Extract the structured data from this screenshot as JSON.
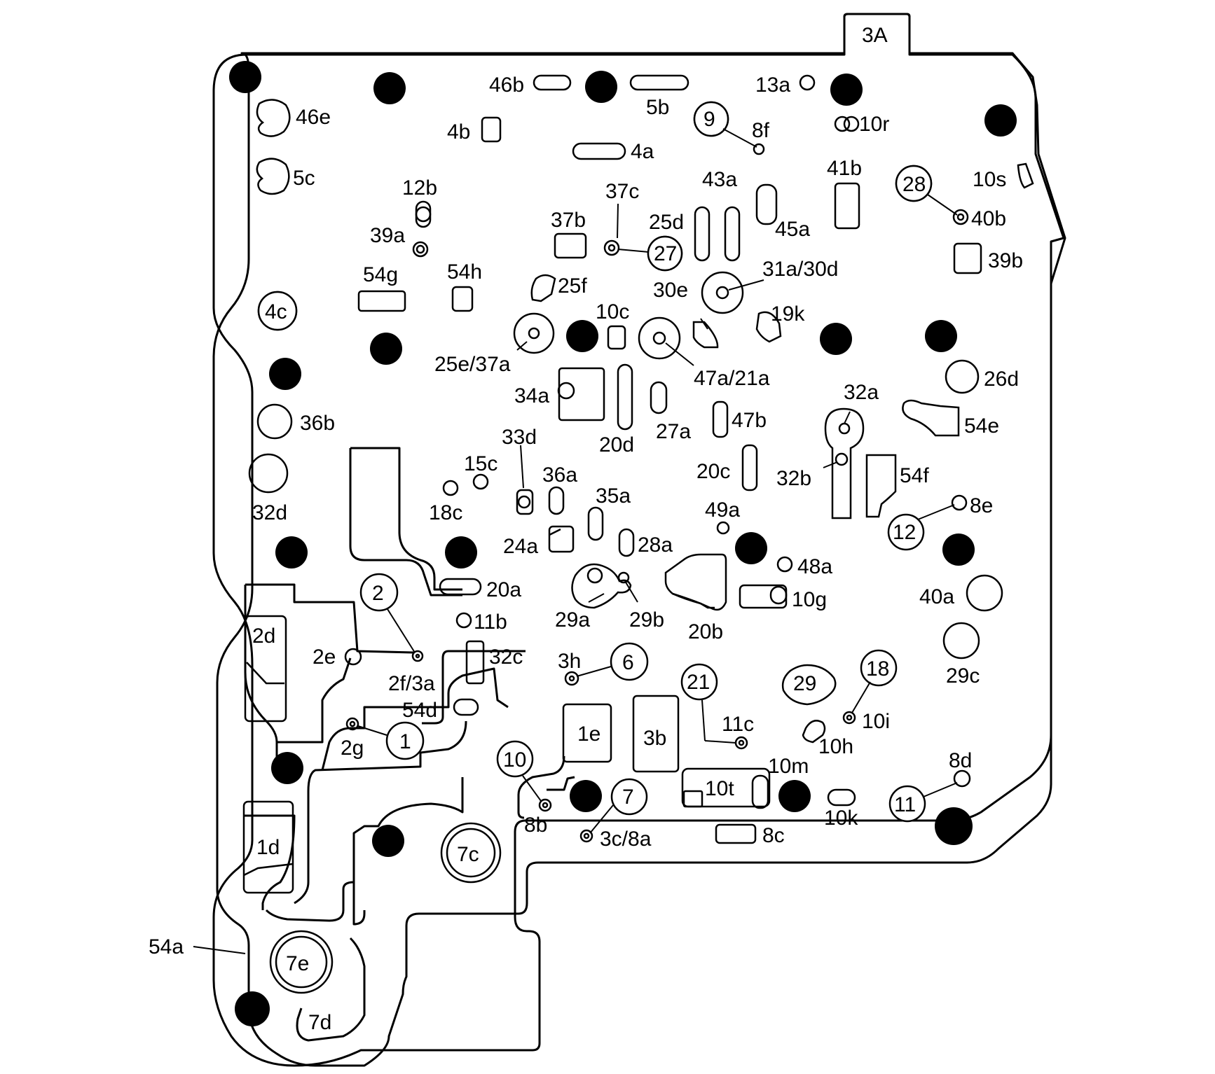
{
  "tab": "3A",
  "labels": {
    "46b": "46b",
    "5b": "5b",
    "13a": "13a",
    "46e": "46e",
    "4b": "4b",
    "9": "9",
    "8f": "8f",
    "10r": "10r",
    "4a": "4a",
    "5c": "5c",
    "12b": "12b",
    "37c": "37c",
    "43a": "43a",
    "41b": "41b",
    "28": "28",
    "10s": "10s",
    "25d": "25d",
    "39a": "39a",
    "37b": "37b",
    "45a": "45a",
    "40b": "40b",
    "27": "27",
    "39b": "39b",
    "54g": "54g",
    "54h": "54h",
    "31a30d": "31a/30d",
    "25f": "25f",
    "30e": "30e",
    "4c": "4c",
    "10c": "10c",
    "19k": "19k",
    "25e37a": "25e/37a",
    "47a21a": "47a/21a",
    "26d": "26d",
    "34a": "34a",
    "32a": "32a",
    "54e": "54e",
    "36b": "36b",
    "20d": "20d",
    "27a": "27a",
    "47b": "47b",
    "33d": "33d",
    "15c": "15c",
    "20c": "20c",
    "32b": "32b",
    "54f": "54f",
    "36a": "36a",
    "18c": "18c",
    "35a": "35a",
    "32d": "32d",
    "49a": "49a",
    "8e": "8e",
    "12": "12",
    "24a": "24a",
    "28a": "28a",
    "48a": "48a",
    "2": "2",
    "20a": "20a",
    "40a": "40a",
    "29a": "29a",
    "29b": "29b",
    "10g": "10g",
    "2d": "2d",
    "11b": "11b",
    "20b": "20b",
    "2e": "2e",
    "32c": "32c",
    "3h": "3h",
    "6": "6",
    "29c": "29c",
    "2f3a": "2f/3a",
    "21": "21",
    "29": "29",
    "18": "18",
    "54d": "54d",
    "1e": "1e",
    "3b": "3b",
    "11c": "11c",
    "10i": "10i",
    "1": "1",
    "2g": "2g",
    "10h": "10h",
    "10": "10",
    "10m": "10m",
    "8d": "8d",
    "10t": "10t",
    "7": "7",
    "11": "11",
    "8b": "8b",
    "10k": "10k",
    "1d": "1d",
    "3c8a": "3c/8a",
    "8c": "8c",
    "7c": "7c",
    "54a": "54a",
    "7e": "7e",
    "7d": "7d"
  }
}
